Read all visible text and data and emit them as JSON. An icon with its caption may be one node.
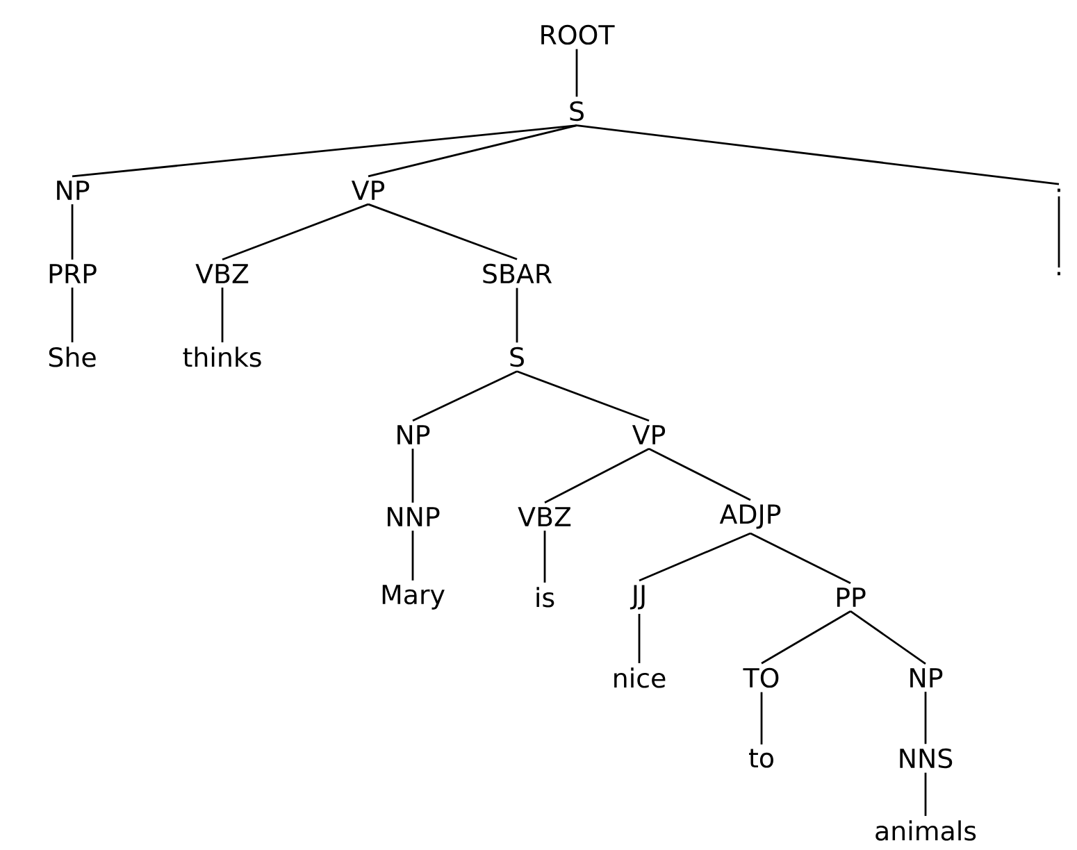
{
  "diagram": {
    "nodes": [
      {
        "text": [
          "ROOT"
        ]
      },
      {
        "text": [
          "S"
        ]
      },
      {
        "text": [
          "NP"
        ]
      },
      {
        "text": [
          "VP"
        ]
      },
      {
        "text": [
          "."
        ]
      },
      {
        "text": [
          "PRP"
        ]
      },
      {
        "text": [
          "VBZ"
        ]
      },
      {
        "text": [
          "SBAR"
        ]
      },
      {
        "text": [
          "."
        ]
      },
      {
        "text": [
          "She"
        ]
      },
      {
        "text": [
          "thinks"
        ]
      },
      {
        "text": [
          "S"
        ]
      },
      {
        "text": [
          "NP"
        ]
      },
      {
        "text": [
          "VP"
        ]
      },
      {
        "text": [
          "NNP"
        ]
      },
      {
        "text": [
          "VBZ"
        ]
      },
      {
        "text": [
          "ADJP"
        ]
      },
      {
        "text": [
          "Mary"
        ]
      },
      {
        "text": [
          "is"
        ]
      },
      {
        "text": [
          "JJ"
        ]
      },
      {
        "text": [
          "PP"
        ]
      },
      {
        "text": [
          "nice"
        ]
      },
      {
        "text": [
          "TO"
        ]
      },
      {
        "text": [
          "NP"
        ]
      },
      {
        "text": [
          "to"
        ]
      },
      {
        "text": [
          "NNS"
        ]
      },
      {
        "text": [
          "animals"
        ]
      }
    ],
    "edges": [
      {
        "from": 0,
        "to": 1,
        "arrow": "none"
      },
      {
        "from": 1,
        "to": 2,
        "arrow": "none"
      },
      {
        "from": 1,
        "to": 3,
        "arrow": "none"
      },
      {
        "from": 1,
        "to": 4,
        "arrow": "none"
      },
      {
        "from": 2,
        "to": 5,
        "arrow": "none"
      },
      {
        "from": 3,
        "to": 6,
        "arrow": "none"
      },
      {
        "from": 3,
        "to": 7,
        "arrow": "none"
      },
      {
        "from": 4,
        "to": 8,
        "arrow": "none"
      },
      {
        "from": 5,
        "to": 9,
        "arrow": "none"
      },
      {
        "from": 6,
        "to": 10,
        "arrow": "none"
      },
      {
        "from": 7,
        "to": 11,
        "arrow": "none"
      },
      {
        "from": 11,
        "to": 12,
        "arrow": "none"
      },
      {
        "from": 11,
        "to": 13,
        "arrow": "none"
      },
      {
        "from": 12,
        "to": 14,
        "arrow": "none"
      },
      {
        "from": 13,
        "to": 15,
        "arrow": "none"
      },
      {
        "from": 13,
        "to": 16,
        "arrow": "none"
      },
      {
        "from": 14,
        "to": 17,
        "arrow": "none"
      },
      {
        "from": 15,
        "to": 18,
        "arrow": "none"
      },
      {
        "from": 16,
        "to": 19,
        "arrow": "none"
      },
      {
        "from": 16,
        "to": 20,
        "arrow": "none"
      },
      {
        "from": 19,
        "to": 21,
        "arrow": "none"
      },
      {
        "from": 20,
        "to": 22,
        "arrow": "none"
      },
      {
        "from": 20,
        "to": 23,
        "arrow": "none"
      },
      {
        "from": 22,
        "to": 24,
        "arrow": "none"
      },
      {
        "from": 23,
        "to": 25,
        "arrow": "none"
      },
      {
        "from": 25,
        "to": 26,
        "arrow": "none"
      }
    ]
  }
}
